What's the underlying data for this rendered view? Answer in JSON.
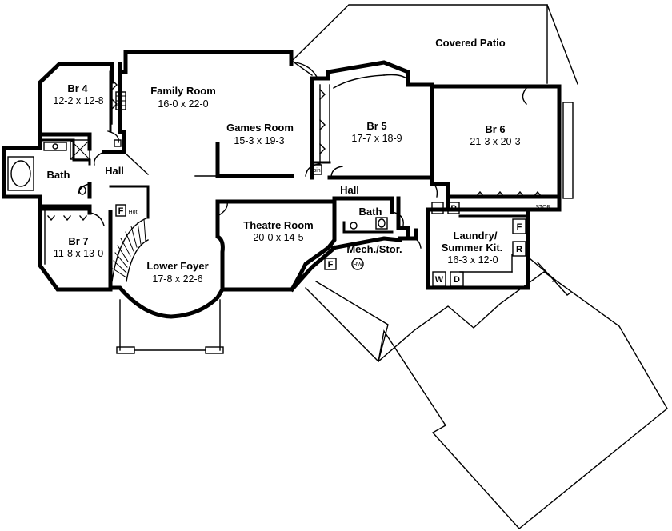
{
  "rooms": {
    "covered_patio": {
      "name": "Covered Patio"
    },
    "br4": {
      "name": "Br 4",
      "dims": "12-2 x 12-8"
    },
    "family_room": {
      "name": "Family Room",
      "dims": "16-0 x 22-0"
    },
    "games_room": {
      "name": "Games Room",
      "dims": "15-3 x 19-3"
    },
    "br5": {
      "name": "Br 5",
      "dims": "17-7 x 18-9"
    },
    "br6": {
      "name": "Br 6",
      "dims": "21-3 x 20-3"
    },
    "bath_west": {
      "name": "Bath"
    },
    "hall_west": {
      "name": "Hall"
    },
    "hall_center": {
      "name": "Hall"
    },
    "bath_center": {
      "name": "Bath"
    },
    "theatre_room": {
      "name": "Theatre Room",
      "dims": "20-0 x 14-5"
    },
    "br7": {
      "name": "Br 7",
      "dims": "11-8 x 13-0"
    },
    "lower_foyer": {
      "name": "Lower Foyer",
      "dims": "17-8 x 22-6"
    },
    "mech_stor": {
      "name": "Mech./Stor."
    },
    "laundry": {
      "name_line1": "Laundry/",
      "name_line2": "Summer Kit.",
      "dims": "16-3 x 12-0"
    }
  },
  "fixtures": {
    "fridge_1": "F",
    "hot_1": "Hot",
    "fridge_2": "F",
    "hot_water": "HW",
    "pantry": "P",
    "fridge_3": "F",
    "range": "R",
    "washer": "W",
    "dryer": "D",
    "stor": "STOR",
    "bin": "bin"
  }
}
